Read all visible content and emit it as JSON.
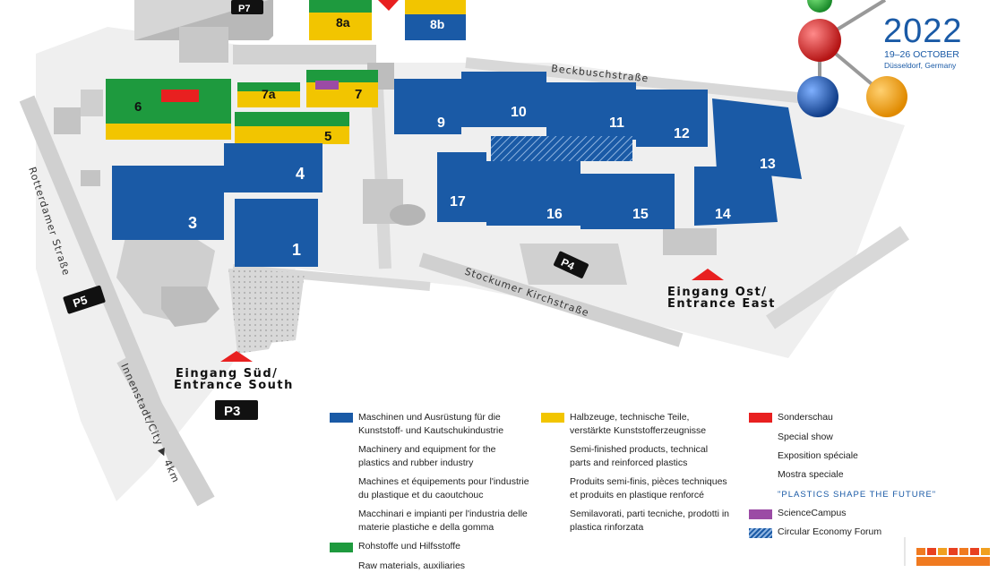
{
  "colors": {
    "blue": "#1a5aa6",
    "yellow": "#f2c500",
    "green": "#1e9a3e",
    "red": "#e82020",
    "purple": "#9b4ba5",
    "gray": "#c8c8c8"
  },
  "halls": {
    "h1": "1",
    "h3": "3",
    "h4": "4",
    "h5": "5",
    "h6": "6",
    "h7": "7",
    "h7a": "7a",
    "h8a": "8a",
    "h8b": "8b",
    "h9": "9",
    "h10": "10",
    "h11": "11",
    "h12": "12",
    "h13": "13",
    "h14": "14",
    "h15": "15",
    "h16": "16",
    "h17": "17"
  },
  "parking": {
    "p3": "P3",
    "p4": "P4",
    "p5": "P5",
    "p7": "P7"
  },
  "streets": {
    "beck": "Beckbuschstraße",
    "rotterdamer": "Rotterdamer Straße",
    "stockumer": "Stockumer Kirchstraße",
    "innenstadt": "Innenstadt/City ▶ 4km"
  },
  "entrances": {
    "south_de": "Eingang Süd/",
    "south_en": "Entrance South",
    "east_de": "Eingang Ost/",
    "east_en": "Entrance East"
  },
  "brand": {
    "year": "2022",
    "dates": "19–26 OCTOBER",
    "city": "Düsseldorf, Germany"
  },
  "legend": {
    "blue": [
      "Maschinen und Ausrüstung für die",
      "Kunststoff- und Kautschukindustrie",
      "Machinery and equipment for the",
      "plastics and rubber industry",
      "Machines et équipements pour l'industrie",
      "du plastique et du caoutchouc",
      "Macchinari e impianti per l'industria delle",
      "materie plastiche e della gomma"
    ],
    "green": [
      "Rohstoffe und Hilfsstoffe",
      "Raw materials, auxiliaries"
    ],
    "yellow": [
      "Halbzeuge, technische Teile,",
      "verstärkte Kunststofferzeugnisse",
      "Semi-finished products, technical",
      "parts and reinforced plastics",
      "Produits semi-finis, pièces techniques",
      "et produits en plastique renforcé",
      "Semilavorati, parti tecniche, prodotti in",
      "plastica rinforzata"
    ],
    "red": [
      "Sonderschau",
      "Special show",
      "Exposition spéciale",
      "Mostra speciale",
      "\"PLASTICS SHAPE THE FUTURE\""
    ],
    "purple": [
      "ScienceCampus"
    ],
    "hatch": [
      "Circular Economy Forum"
    ]
  }
}
